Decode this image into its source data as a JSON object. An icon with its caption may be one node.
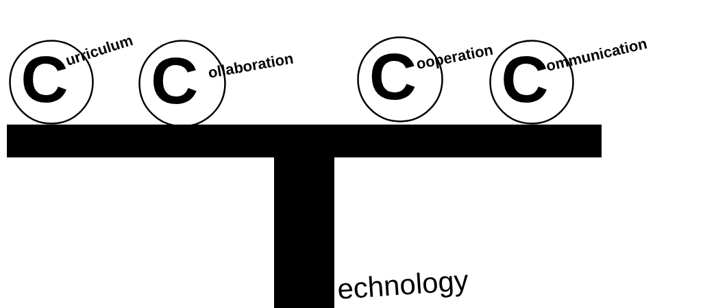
{
  "diagram": {
    "nodes": [
      {
        "text": [
          "C",
          "urriculum"
        ]
      },
      {
        "text": [
          "C",
          "ollaboration"
        ]
      },
      {
        "text": [
          "C",
          "ooperation"
        ]
      },
      {
        "text": [
          "C",
          "ommunication"
        ]
      },
      {
        "text": [],
        "shape": "bar",
        "beside": [
          "echnology"
        ]
      }
    ]
  }
}
